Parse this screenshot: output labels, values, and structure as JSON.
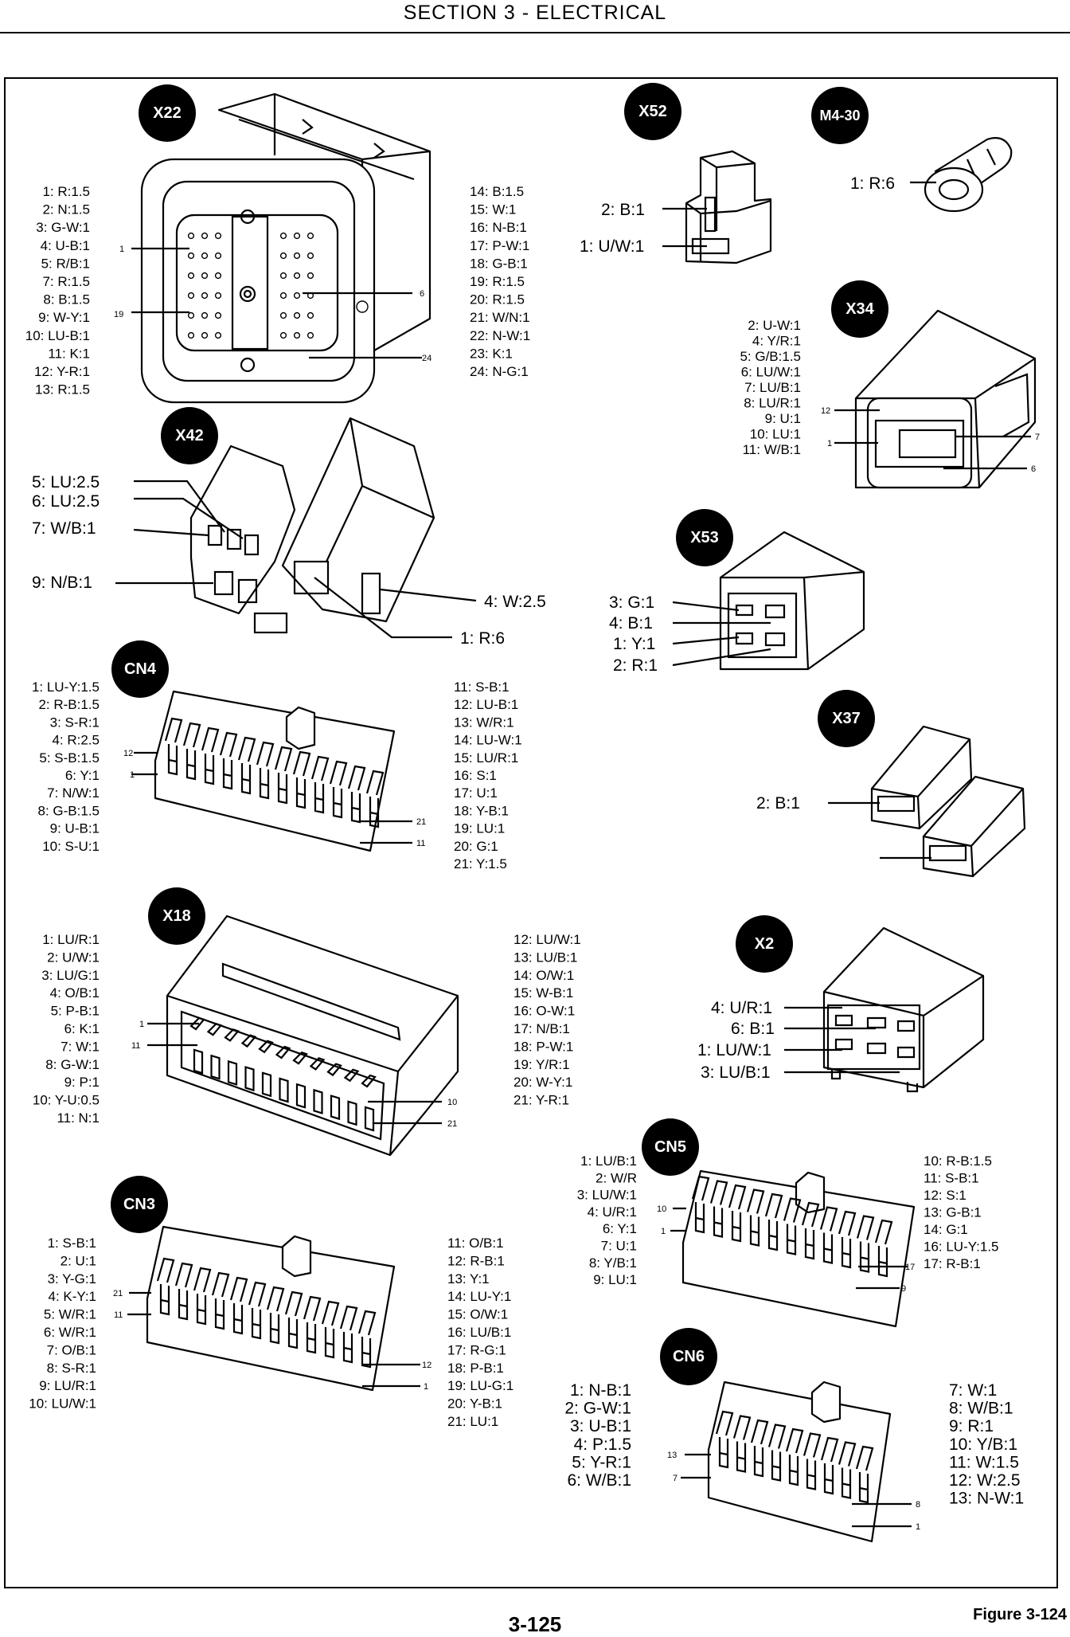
{
  "header": {
    "section": "SECTION 3 - ELECTRICAL"
  },
  "footer": {
    "figure": "Figure 3-124",
    "page": "3-125"
  },
  "connectors": {
    "x22": {
      "id": "X22",
      "pins_left": [
        "1: R:1.5",
        "2: N:1.5",
        "3: G-W:1",
        "4: U-B:1",
        "5: R/B:1",
        "7: R:1.5",
        "8: B:1.5",
        "9: W-Y:1",
        "10: LU-B:1",
        "11: K:1",
        "12: Y-R:1",
        "13: R:1.5"
      ],
      "pins_right": [
        "14: B:1.5",
        "15: W:1",
        "16: N-B:1",
        "17: P-W:1",
        "18: G-B:1",
        "19: R:1.5",
        "20: R:1.5",
        "21: W/N:1",
        "22: N-W:1",
        "23: K:1",
        "24: N-G:1"
      ],
      "pin_markers": [
        "1",
        "19",
        "6",
        "24"
      ]
    },
    "x52": {
      "id": "X52",
      "pins": [
        "2: B:1",
        "1: U/W:1"
      ]
    },
    "m430": {
      "id": "M4-30",
      "pins": [
        "1: R:6"
      ]
    },
    "x34": {
      "id": "X34",
      "pins": [
        "2: U-W:1",
        "4: Y/R:1",
        "5: G/B:1.5",
        "6: LU/W:1",
        "7: LU/B:1",
        "8: LU/R:1",
        "9: U:1",
        "10: LU:1",
        "11: W/B:1"
      ],
      "pin_markers": [
        "12",
        "1",
        "7",
        "6"
      ]
    },
    "x42": {
      "id": "X42",
      "pins_left": [
        "5: LU:2.5",
        "6: LU:2.5",
        "7: W/B:1",
        "9: N/B:1"
      ],
      "pins_right": [
        "4: W:2.5",
        "1: R:6"
      ]
    },
    "x53": {
      "id": "X53",
      "pins": [
        "3: G:1",
        "4: B:1",
        "1: Y:1",
        "2: R:1"
      ]
    },
    "cn4": {
      "id": "CN4",
      "pins_left": [
        "1: LU-Y:1.5",
        "2: R-B:1.5",
        "3: S-R:1",
        "4: R:2.5",
        "5: S-B:1.5",
        "6: Y:1",
        "7: N/W:1",
        "8: G-B:1.5",
        "9: U-B:1",
        "10: S-U:1"
      ],
      "pins_right": [
        "11: S-B:1",
        "12: LU-B:1",
        "13: W/R:1",
        "14: LU-W:1",
        "15: LU/R:1",
        "16: S:1",
        "17: U:1",
        "18: Y-B:1",
        "19: LU:1",
        "20: G:1",
        "21: Y:1.5"
      ],
      "pin_markers": [
        "12",
        "1",
        "21",
        "11"
      ]
    },
    "x37": {
      "id": "X37",
      "pins": [
        "2: B:1"
      ]
    },
    "x18": {
      "id": "X18",
      "pins_left": [
        "1: LU/R:1",
        "2: U/W:1",
        "3: LU/G:1",
        "4: O/B:1",
        "5: P-B:1",
        "6: K:1",
        "7: W:1",
        "8: G-W:1",
        "9: P:1",
        "10: Y-U:0.5",
        "11: N:1"
      ],
      "pins_right": [
        "12: LU/W:1",
        "13: LU/B:1",
        "14: O/W:1",
        "15: W-B:1",
        "16: O-W:1",
        "17: N/B:1",
        "18: P-W:1",
        "19: Y/R:1",
        "20: W-Y:1",
        "21: Y-R:1"
      ],
      "pin_markers": [
        "1",
        "11",
        "10",
        "21"
      ]
    },
    "x2": {
      "id": "X2",
      "pins": [
        "4: U/R:1",
        "6: B:1",
        "1: LU/W:1",
        "3: LU/B:1"
      ]
    },
    "cn5": {
      "id": "CN5",
      "pins_left": [
        "1: LU/B:1",
        "2: W/R",
        "3: LU/W:1",
        "4: U/R:1",
        "6: Y:1",
        "7: U:1",
        "8: Y/B:1",
        "9: LU:1"
      ],
      "pins_right": [
        "10: R-B:1.5",
        "11: S-B:1",
        "12: S:1",
        "13: G-B:1",
        "14: G:1",
        "16: LU-Y:1.5",
        "17: R-B:1"
      ],
      "pin_markers": [
        "10",
        "1",
        "17",
        "9"
      ]
    },
    "cn3": {
      "id": "CN3",
      "pins_left": [
        "1: S-B:1",
        "2: U:1",
        "3: Y-G:1",
        "4: K-Y:1",
        "5: W/R:1",
        "6: W/R:1",
        "7: O/B:1",
        "8: S-R:1",
        "9: LU/R:1",
        "10: LU/W:1"
      ],
      "pins_right": [
        "11: O/B:1",
        "12: R-B:1",
        "13: Y:1",
        "14: LU-Y:1",
        "15: O/W:1",
        "16: LU/B:1",
        "17: R-G:1",
        "18: P-B:1",
        "19: LU-G:1",
        "20: Y-B:1",
        "21: LU:1"
      ],
      "pin_markers": [
        "21",
        "11",
        "12",
        "1"
      ]
    },
    "cn6": {
      "id": "CN6",
      "pins_left": [
        "1: N-B:1",
        "2: G-W:1",
        "3: U-B:1",
        "4: P:1.5",
        "5: Y-R:1",
        "6: W/B:1"
      ],
      "pins_right": [
        "7: W:1",
        "8: W/B:1",
        "9: R:1",
        "10: Y/B:1",
        "11: W:1.5",
        "12: W:2.5",
        "13: N-W:1"
      ],
      "pin_markers": [
        "13",
        "7",
        "8",
        "1"
      ]
    }
  }
}
